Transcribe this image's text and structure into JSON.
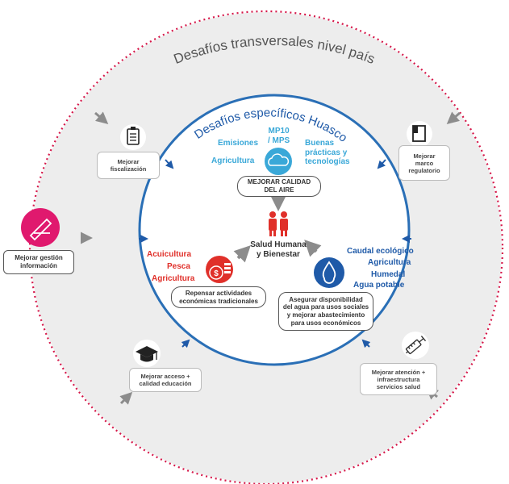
{
  "colors": {
    "outer_circle_fill": "#ededed",
    "outer_dotted": "#d6184a",
    "inner_ring": "#2a6fb6",
    "light_blue": "#3aa8d8",
    "dark_blue": "#1f5aa8",
    "red": "#e0302a",
    "magenta": "#e0196e",
    "gray_arrow": "#8c8c8c"
  },
  "outer": {
    "title": "Desafíos transversales nivel país",
    "items": [
      {
        "label": "Mejorar\nfiscalización",
        "icon": "clipboard-icon"
      },
      {
        "label": "Mejorar\nmarco\nregulatorio",
        "icon": "book-icon"
      },
      {
        "label": "Mejorar gestión\ninformación",
        "icon": "megaphone-icon"
      },
      {
        "label": "Mejorar acceso +\ncalidad educación",
        "icon": "graduation-cap-icon"
      },
      {
        "label": "Mejorar atención +\ninfraestructura\nservicios salud",
        "icon": "syringe-icon"
      }
    ]
  },
  "inner": {
    "title": "Desafíos específicos Huasco",
    "air": {
      "emisiones": "Emisiones",
      "mp": "MP10\n/ MPS",
      "agricultura": "Agricultura",
      "buenas": "Buenas\nprácticas y\ntecnologías",
      "box": "MEJORAR CALIDAD\nDEL AIRE"
    },
    "center": "Salud Humana\ny Bienestar",
    "economy": {
      "labels": [
        "Acuicultura",
        "Pesca",
        "Agricultura"
      ],
      "box": "Repensar actividades\neconómicas tradicionales"
    },
    "water": {
      "labels": [
        "Caudal ecológico",
        "Agricultura",
        "Humedal",
        "Agua potable"
      ],
      "box": "Asegurar disponibilidad\ndel agua para usos sociales\ny mejorar abastecimiento\npara usos económicos"
    }
  }
}
